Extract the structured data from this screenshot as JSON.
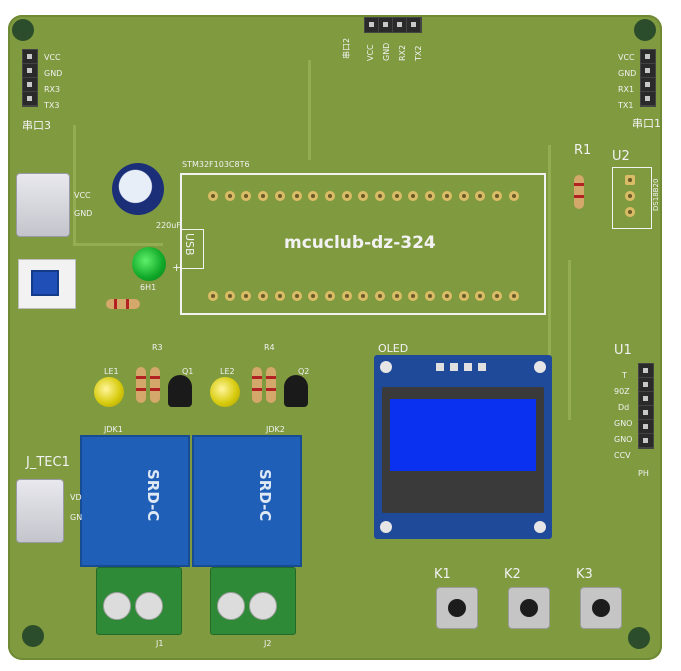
{
  "board": {
    "silk_color": "#f2f2f2",
    "board_color": "#7f9a3f"
  },
  "uart3": {
    "pins": [
      "VCC",
      "GND",
      "RX3",
      "TX3"
    ],
    "label": "串口3"
  },
  "uart2": {
    "pins": [
      "VCC",
      "GND",
      "RX2",
      "TX2"
    ],
    "label": "串口2"
  },
  "uart1": {
    "pins": [
      "VCC",
      "GND",
      "RX1",
      "TX1"
    ],
    "label": "串口1"
  },
  "power_usb": {
    "pins": [
      "VCC",
      "GND"
    ]
  },
  "capacitor": {
    "label": "220uF"
  },
  "power_led": {
    "label": "6H1"
  },
  "mcu": {
    "title": "mcuclub-dz-324",
    "usb_label": "USB",
    "top_caption": "STM32F103C8T6",
    "plus": "+"
  },
  "r1": {
    "label": "R1"
  },
  "u2": {
    "label": "U2",
    "side_text": "DS18B20"
  },
  "u1": {
    "label": "U1",
    "pins": [
      "T",
      "90Z",
      "Dd",
      "GNO",
      "GNO",
      "CCV"
    ],
    "footer": "PH"
  },
  "oled": {
    "label": "OLED"
  },
  "relays": [
    {
      "label": "SRD-C",
      "sub": "JDK1"
    },
    {
      "label": "SRD-C",
      "sub": "JDK2"
    }
  ],
  "relay_leds": [
    {
      "label": "LE1"
    },
    {
      "label": "LE2"
    }
  ],
  "relay_resistors": [
    {
      "label": "R3"
    },
    {
      "label": "R4"
    }
  ],
  "relay_transistors": [
    {
      "label": "Q1"
    },
    {
      "label": "Q2"
    }
  ],
  "j_tec": {
    "label": "J_TEC1",
    "pins": [
      "VD",
      "GN"
    ]
  },
  "terminals": [
    {
      "label": "J1"
    },
    {
      "label": "J2"
    }
  ],
  "keys": [
    {
      "label": "K1"
    },
    {
      "label": "K2"
    },
    {
      "label": "K3"
    }
  ]
}
